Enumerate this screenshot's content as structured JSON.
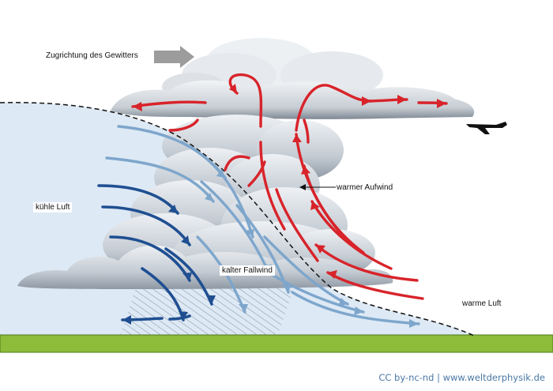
{
  "labels": {
    "storm_direction": "Zugrichtung des Gewitters",
    "cool_air": "kühle Luft",
    "updraft": "warmer Aufwind",
    "downdraft": "kalter Fallwind",
    "warm_air": "warme Luft"
  },
  "credit": "CC by-nc-nd | www.weltderphysik.de",
  "icons": {
    "direction_arrow": "gray-right-arrow-icon",
    "aircraft": "airplane-icon",
    "rain": "rain-hatch"
  },
  "colors": {
    "cold_air_fill": "#dde9f5",
    "cloud": "#c9cfd6",
    "cloud_shadow": "#9aa3ad",
    "ground": "#8dbb3a",
    "warm_arrow": "#d8232a",
    "cold_arrow_dark": "#1f4f91",
    "cold_arrow_light": "#7ea6cc",
    "boundary_line": "#111111",
    "credit_text": "#4a78a6"
  }
}
